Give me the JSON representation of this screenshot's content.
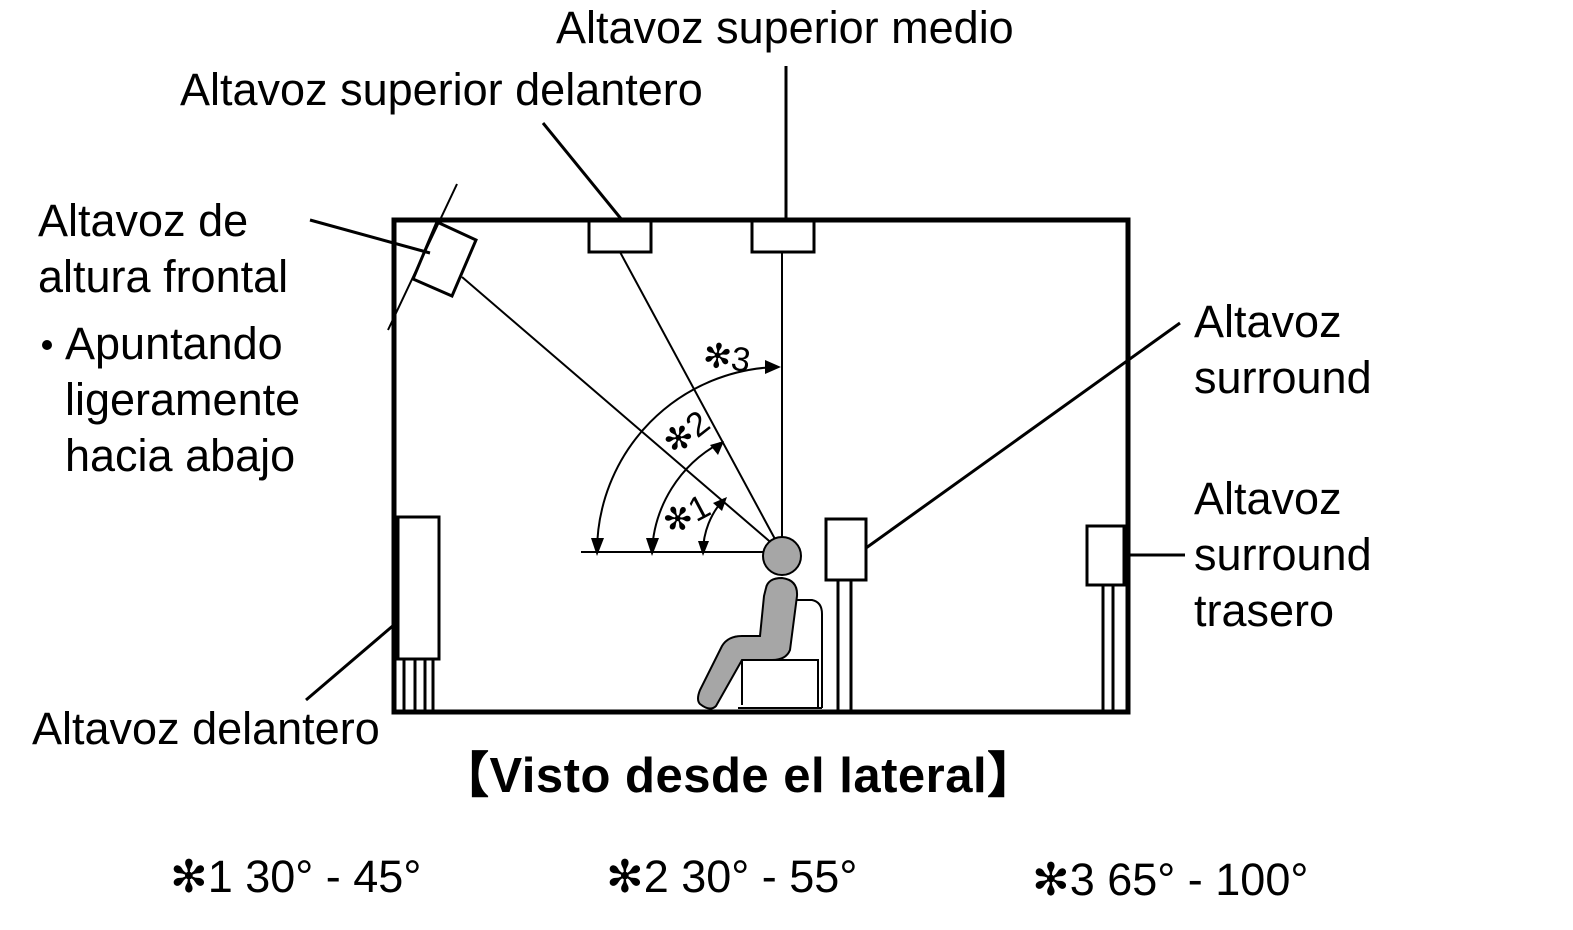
{
  "labels": {
    "top_middle": "Altavoz superior medio",
    "top_front": "Altavoz superior delantero",
    "front_height": [
      "Altavoz de",
      "altura frontal"
    ],
    "front_height_note": [
      "Apuntando",
      "ligeramente",
      "hacia abajo"
    ],
    "surround": [
      "Altavoz",
      "surround"
    ],
    "surround_back": [
      "Altavoz",
      "surround",
      "trasero"
    ],
    "front": "Altavoz delantero"
  },
  "caption": "【Visto desde el lateral】",
  "angle_markers": {
    "one": "✻1",
    "two": "✻2",
    "three": "✻3"
  },
  "angle_notes": [
    "✻1 30° - 45°",
    "✻2 30° - 55°",
    "✻3 65° - 100°"
  ],
  "colors": {
    "line": "#000000",
    "person_fill": "#a6a6a6"
  }
}
